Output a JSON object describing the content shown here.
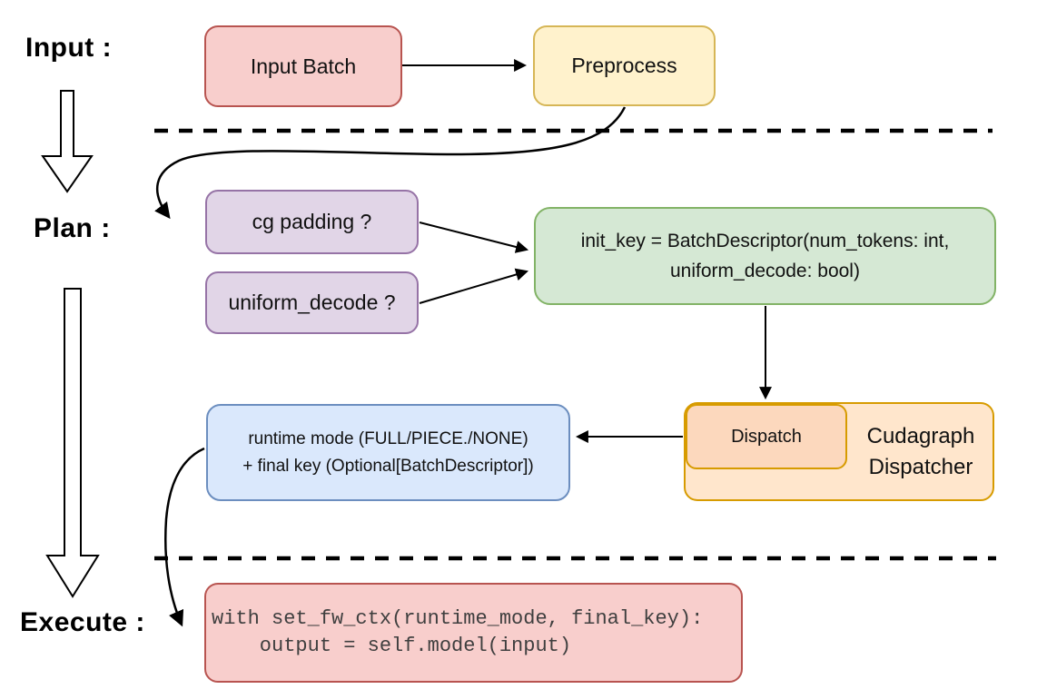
{
  "labels": {
    "input": "Input :",
    "plan": "Plan :",
    "execute": "Execute :"
  },
  "nodes": {
    "input_batch": {
      "label": "Input Batch"
    },
    "preprocess": {
      "label": "Preprocess"
    },
    "cg_padding": {
      "label": "cg padding ?"
    },
    "uniform_decode": {
      "label": "uniform_decode ?"
    },
    "init_key": {
      "line1": "init_key = BatchDescriptor(num_tokens: int,",
      "line2": "uniform_decode: bool)"
    },
    "dispatch": {
      "label": "Dispatch"
    },
    "cudagraph_dispatcher": {
      "line1": "Cudagraph",
      "line2": "Dispatcher"
    },
    "runtime_result": {
      "line1": "runtime mode (FULL/PIECE./NONE)",
      "line2": "+ final key (Optional[BatchDescriptor])"
    },
    "execute_code": {
      "line1": "with set_fw_ctx(runtime_mode, final_key):",
      "line2": "    output = self.model(input)"
    }
  },
  "colors": {
    "red_fill": "#f8cecc",
    "red_stroke": "#b85450",
    "yellow_fill": "#fff2cc",
    "yellow_stroke": "#d6b656",
    "purple_fill": "#e1d5e7",
    "purple_stroke": "#9673a6",
    "green_fill": "#d5e8d4",
    "green_stroke": "#82b366",
    "orange_fill": "#ffe6cc",
    "orange_inner_fill": "#fcd8bd",
    "orange_stroke": "#d79b00",
    "blue_fill": "#dae8fc",
    "blue_stroke": "#6c8ebf",
    "line": "#000000",
    "text": "#111111",
    "code_text": "#3f3f3f"
  }
}
